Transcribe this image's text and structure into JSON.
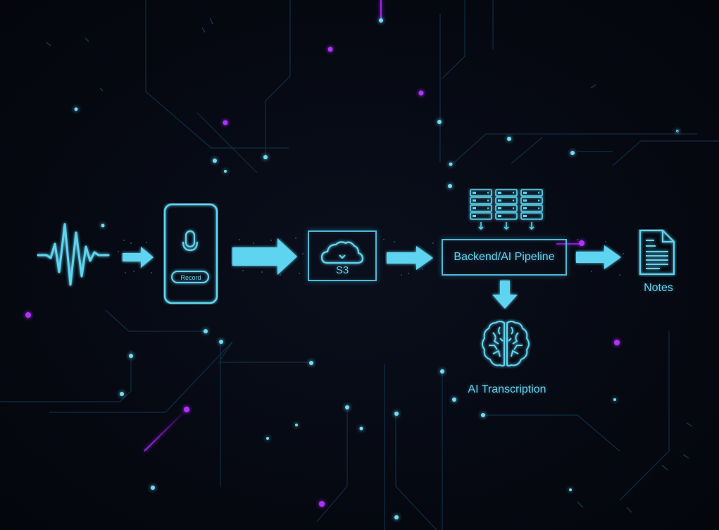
{
  "diagram": {
    "type": "pipeline-flow",
    "accent_color": "#5fd4f0",
    "secondary_color": "#a020f0",
    "background_color": "#060912",
    "nodes": [
      {
        "id": "audio-wave",
        "icon": "waveform-icon",
        "label": ""
      },
      {
        "id": "phone",
        "icon": "smartphone-microphone-icon",
        "button_label": "Record"
      },
      {
        "id": "s3",
        "icon": "cloud-download-icon",
        "label": "S3"
      },
      {
        "id": "servers",
        "icon": "server-rack-icon",
        "label": ""
      },
      {
        "id": "backend",
        "label": "Backend/AI Pipeline"
      },
      {
        "id": "brain",
        "icon": "brain-icon",
        "label": "AI Transcription"
      },
      {
        "id": "notes",
        "icon": "document-icon",
        "label": "Notes"
      }
    ],
    "edges": [
      {
        "from": "audio-wave",
        "to": "phone"
      },
      {
        "from": "phone",
        "to": "s3"
      },
      {
        "from": "s3",
        "to": "backend"
      },
      {
        "from": "servers",
        "to": "backend"
      },
      {
        "from": "backend",
        "to": "notes"
      },
      {
        "from": "backend",
        "to": "brain"
      }
    ]
  },
  "labels": {
    "record": "Record",
    "s3": "S3",
    "backend": "Backend/AI Pipeline",
    "transcription": "AI Transcription",
    "notes": "Notes"
  }
}
